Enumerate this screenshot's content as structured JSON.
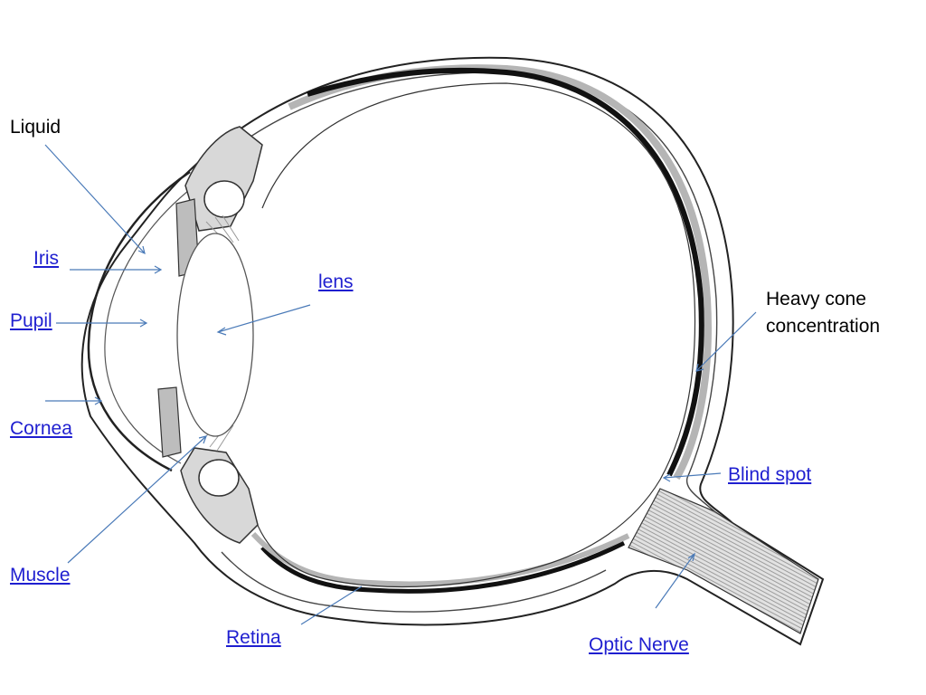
{
  "labels": {
    "liquid": "Liquid",
    "iris": "Iris",
    "pupil": "Pupil",
    "cornea": "Cornea",
    "muscle": "Muscle",
    "retina": "Retina",
    "optic_nerve": "Optic Nerve",
    "lens": "lens",
    "blind_spot": "Blind spot",
    "heavy_cone_line1": "Heavy cone",
    "heavy_cone_line2": "concentration"
  },
  "colors": {
    "pointer": "#4a7ab8",
    "link_text": "#1f1fd0",
    "outline": "#222222",
    "retina_dark": "#111111",
    "tissue_gray": "#b5b5b5"
  }
}
